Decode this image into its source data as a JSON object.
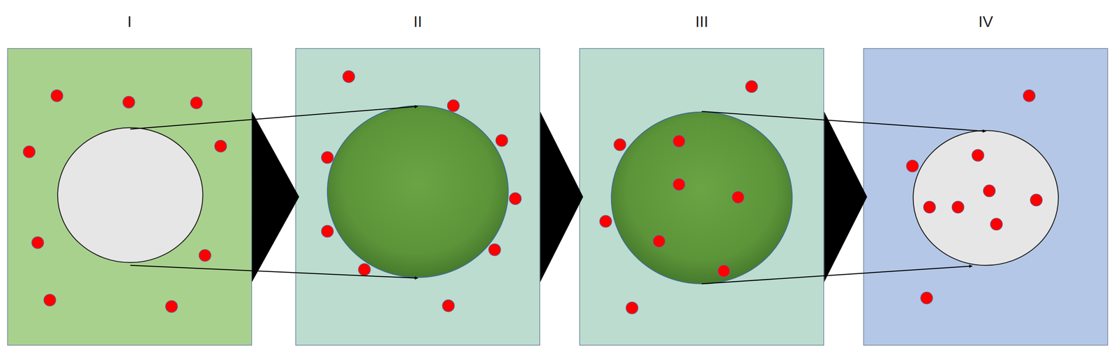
{
  "diagram": {
    "nodes": [
      {
        "text": [
          "I"
        ]
      },
      {
        "text": [
          "II"
        ]
      },
      {
        "text": [
          "III"
        ]
      },
      {
        "text": [
          "IV"
        ]
      }
    ],
    "edges": [
      {
        "from": 0,
        "to": 1,
        "arrow": "to"
      },
      {
        "from": 1,
        "to": 2,
        "arrow": "to"
      },
      {
        "from": 2,
        "to": 3,
        "arrow": "to"
      }
    ]
  }
}
